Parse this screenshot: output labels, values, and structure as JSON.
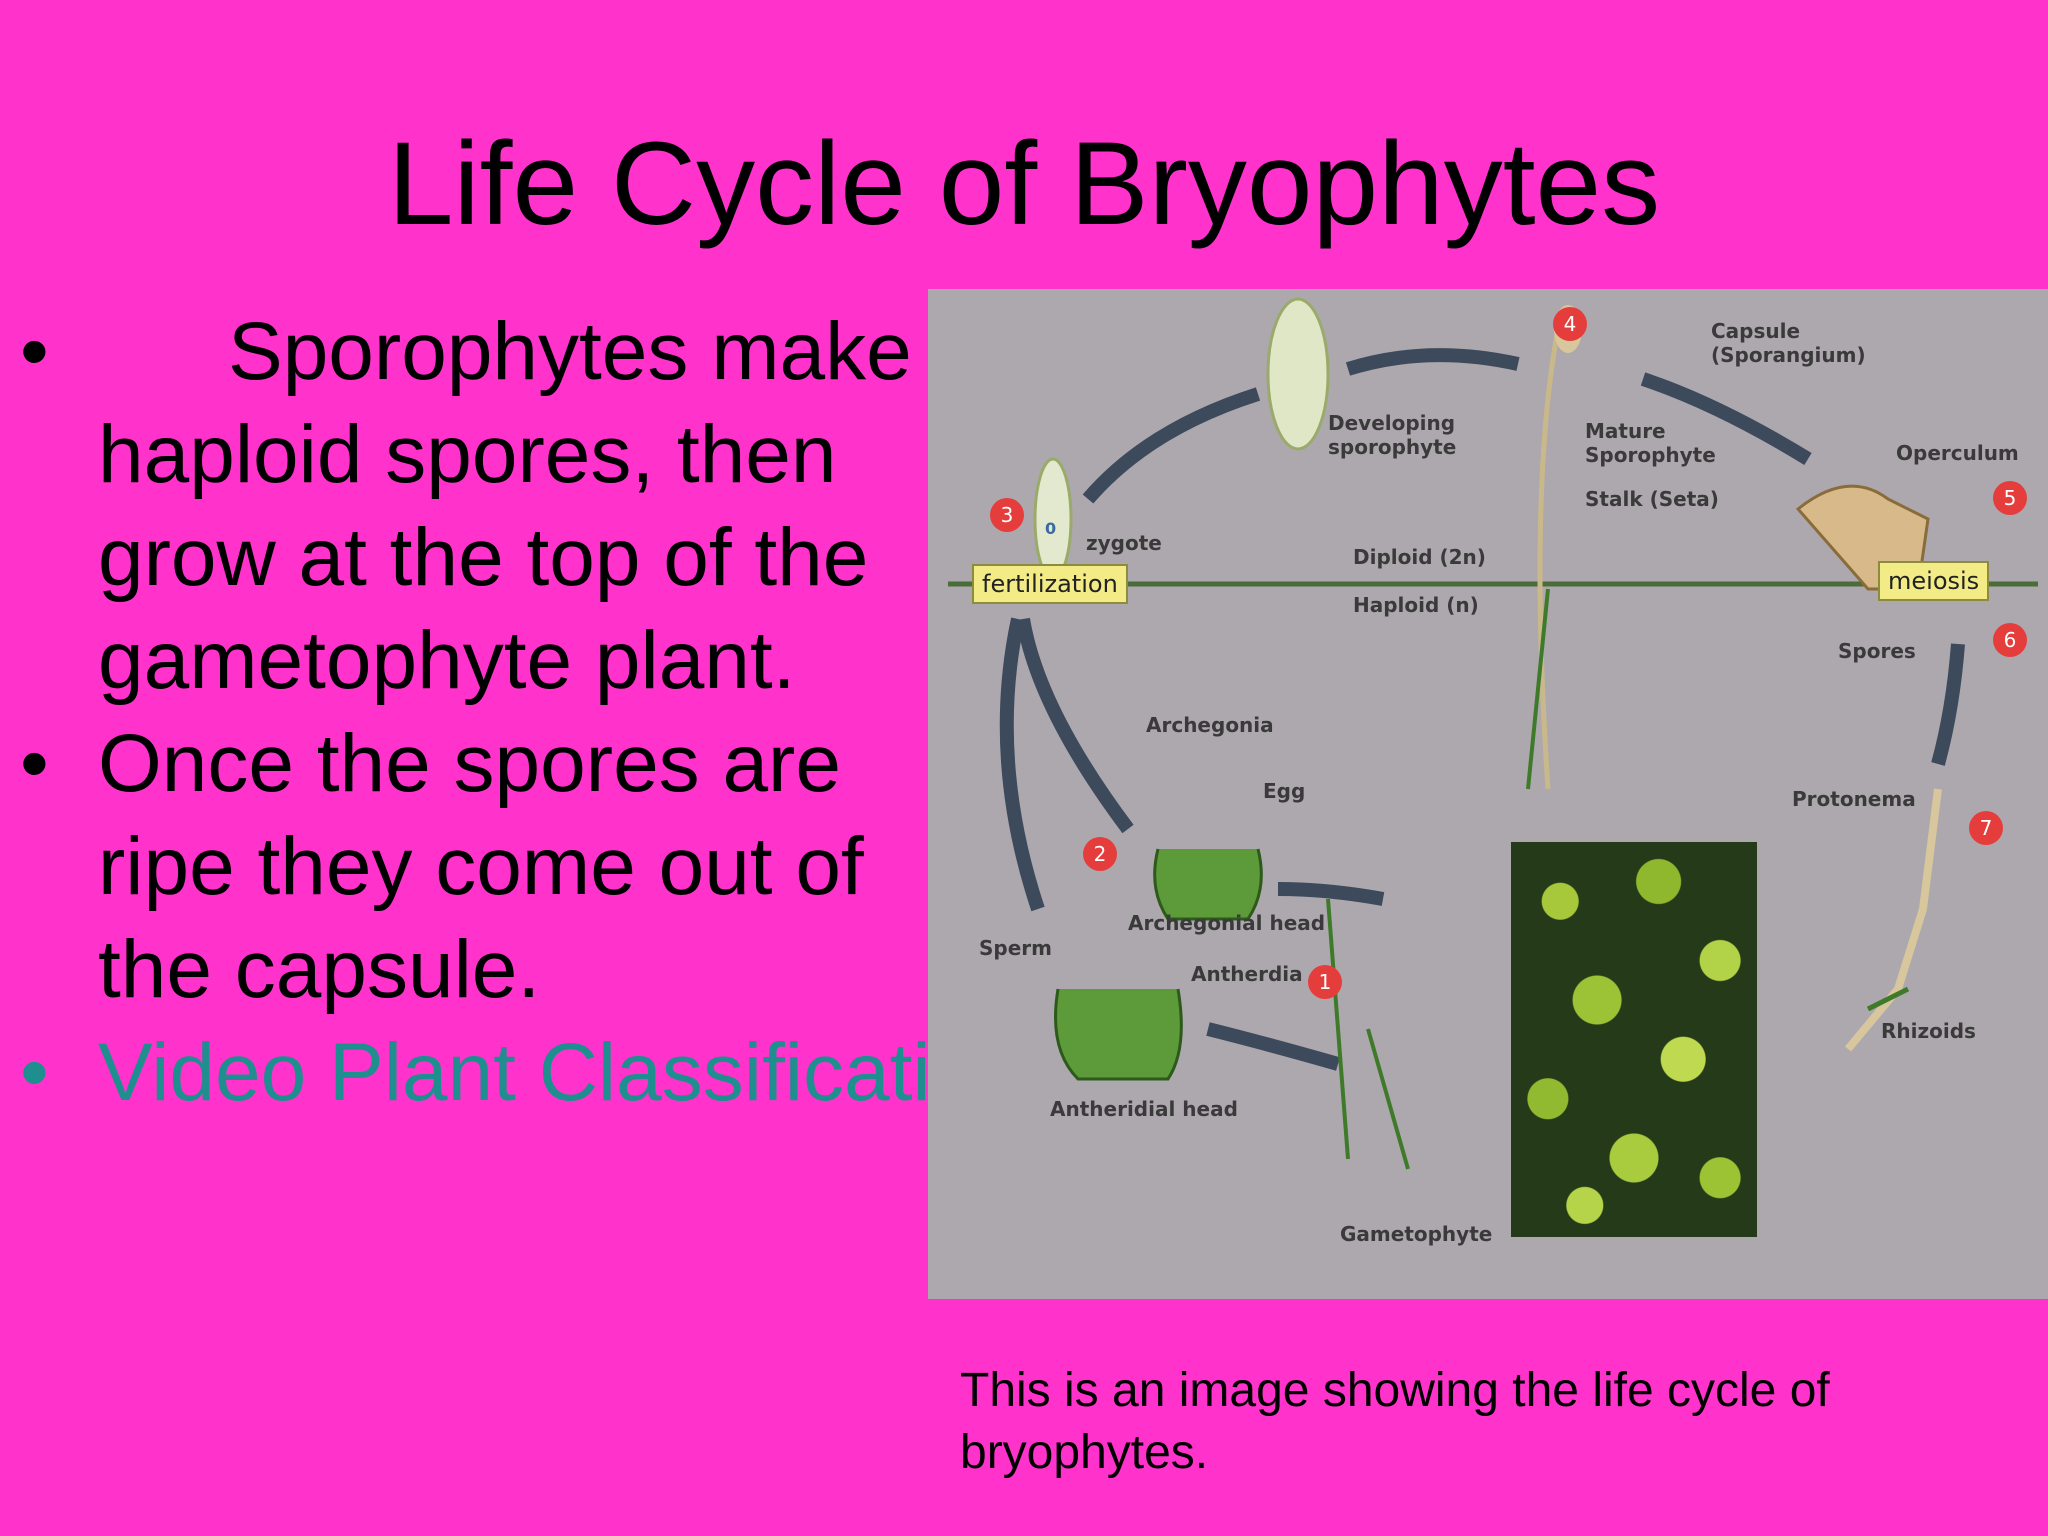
{
  "slide": {
    "title": "Life Cycle of Bryophytes",
    "bullet_marker": "•",
    "bullets": [
      "Sporophytes make haploid spores, then grow at the top of the gametophyte plant.",
      "Once the spores are ripe they come out of the capsule.",
      "Video Plant Classificati"
    ],
    "link_color": "#1E8E8E",
    "background_color": "#FF33CC",
    "caption": "This is an image showing the life cycle of bryophytes."
  },
  "diagram": {
    "labels": {
      "capsule": "Capsule\n(Sporangium)",
      "developing_sporophyte": "Developing\nsporophyte",
      "mature_sporophyte": "Mature\nSporophyte",
      "operculum": "Operculum",
      "stalk": "Stalk (Seta)",
      "zygote": "zygote",
      "zygote_marker": "0",
      "fertilization": "fertilization",
      "diploid": "Diploid (2n)",
      "haploid": "Haploid (n)",
      "meiosis": "meiosis",
      "spores": "Spores",
      "archegonia": "Archegonia",
      "egg": "Egg",
      "protonema": "Protonema",
      "archegonial_head": "Archegonial head",
      "sperm": "Sperm",
      "antherdia": "Antherdia",
      "rhizoids": "Rhizoids",
      "antheridial_head": "Antheridial head",
      "gametophyte": "Gametophyte"
    },
    "steps": [
      "1",
      "2",
      "3",
      "4",
      "5",
      "6",
      "7"
    ]
  }
}
